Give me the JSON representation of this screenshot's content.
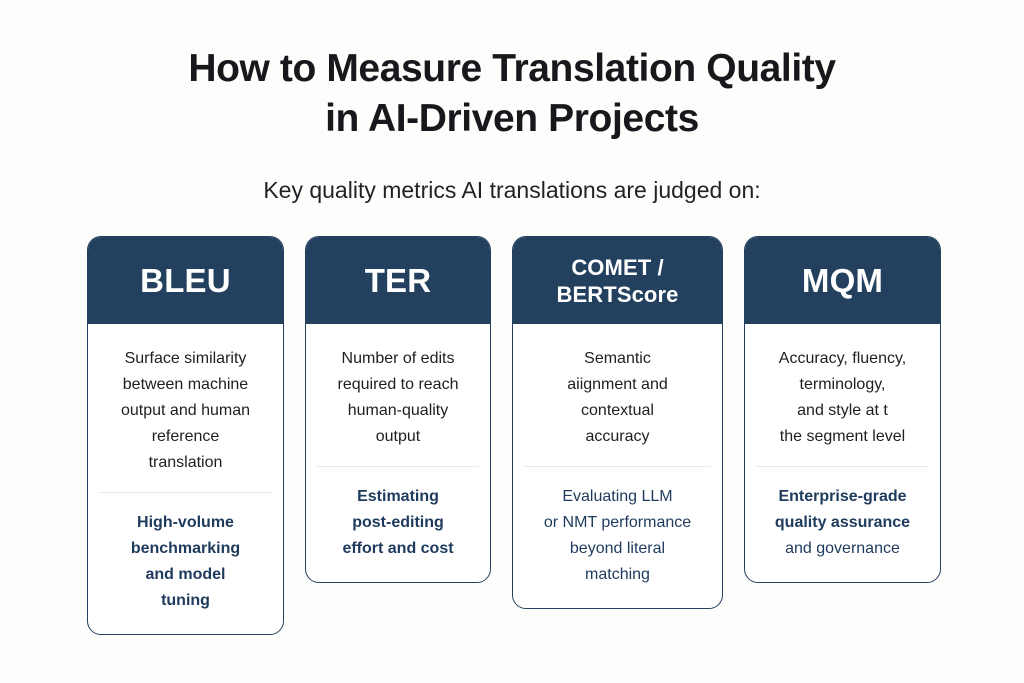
{
  "header": {
    "title": "How to Measure Translation Quality\nin AI-Driven Projects",
    "subtitle": "Key quality metrics AI translations are judged on:"
  },
  "colors": {
    "background": "#fdfdfc",
    "card_header_navy": "#23415e",
    "card_border": "#24405e",
    "footer_text_navy": "#1e3a5c",
    "divider": "#e9e9e9",
    "title_text": "#16181c"
  },
  "cards": [
    {
      "name": "bleu",
      "header": "BLEU",
      "description": "Surface similarity\nbetween machine\noutput and human\nreference\ntranslation",
      "footer": "High-volume\nbenchmarking\nand model\ntuning",
      "footer_weight": "bold"
    },
    {
      "name": "ter",
      "header": "TER",
      "description": "Number of edits\nrequired to reach\nhuman-quality\noutput",
      "footer": "Estimating\npost-editing\neffort and cost",
      "footer_weight": "bold"
    },
    {
      "name": "comet-bertscore",
      "header": "COMET /\nBERTScore",
      "description": "Semantic\naiignment and\ncontextual\naccuracy",
      "footer": "Evaluating LLM\nor NMT  performance\nbeyond literal\nmatching",
      "footer_weight": "regular"
    },
    {
      "name": "mqm",
      "header": "MQM",
      "description": "Accuracy, fluency,\nterminology,\nand style at t\nthe segment level",
      "footer_bold_part": "Enterprise-grade\nquality assurance\n",
      "footer_regular_part": "and governance",
      "footer_weight": "mixed"
    }
  ]
}
